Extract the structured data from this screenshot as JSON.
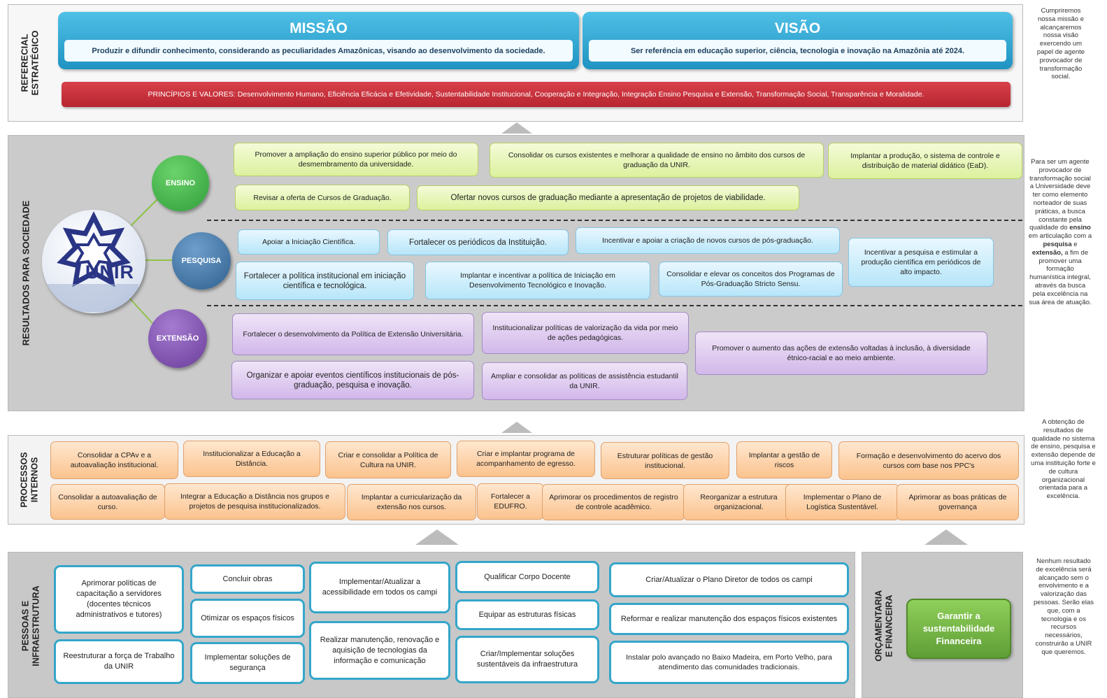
{
  "referencial": {
    "label": "REFERECIAL ESTRATÉGICO",
    "missao_title": "MISSÃO",
    "missao_text": "Produzir e difundir conhecimento, considerando as peculiaridades Amazônicas, visando ao desenvolvimento da sociedade.",
    "visao_title": "VISÃO",
    "visao_text": "Ser referência em educação superior, ciência, tecnologia e inovação na Amazônia até 2024.",
    "principios": "PRINCÍPIOS E VALORES: Desenvolvimento Humano, Eficiência Eficácia e Efetividade, Sustentabilidade Institucional, Cooperação e Integração, Integração Ensino Pesquisa e Extensão, Transformação Social, Transparência e Moralidade.",
    "side": "Cumpriremos nossa missão e alcançaremos nossa visão exercendo um papel de agente provocador de transformação social."
  },
  "resultados": {
    "label": "RESULTADOS PARA SOCIEDADE",
    "logo_text": "UNIR",
    "ensino": "ENSINO",
    "pesquisa": "PESQUISA",
    "extensao": "EXTENSÃO",
    "ensino_items": [
      "Promover a ampliação do ensino superior público por meio do desmembramento da universidade.",
      "Consolidar os cursos existentes e melhorar a qualidade de ensino no âmbito dos cursos de graduação da UNIR.",
      "Implantar a produção, o sistema de controle e distribuição de material didático (EaD).",
      "Revisar a oferta de Cursos de Graduação.",
      "Ofertar novos cursos de graduação mediante a apresentação de projetos de viabilidade."
    ],
    "pesquisa_items": [
      "Apoiar a Iniciação Científica.",
      "Fortalecer os periódicos da Instituição.",
      "Incentivar e apoiar a criação de novos cursos de pós-graduação.",
      "Incentivar a pesquisa e estimular a produção científica em periódicos de alto impacto.",
      "Fortalecer a política institucional em iniciação científica e tecnológica.",
      "Implantar e incentivar a política de Iniciação em Desenvolvimento Tecnológico e Inovação.",
      "Consolidar e elevar os conceitos dos Programas de Pós-Graduação Stricto Sensu."
    ],
    "extensao_items": [
      "Fortalecer o desenvolvimento da Política de Extensão Universitária.",
      "Institucionalizar políticas de valorização da vida por meio de ações pedagógicas.",
      "Promover o aumento das ações de extensão voltadas à inclusão, à diversidade étnico-racial e ao meio ambiente.",
      "Organizar e apoiar eventos científicos institucionais de pós-graduação, pesquisa e inovação.",
      "Ampliar e consolidar as políticas de assistência estudantil da UNIR."
    ],
    "side_parts": [
      "Para ser um agente provocador de transformação social a Universidade deve ter como elemento norteador de suas práticas, a busca constante pela qualidade do ",
      "ensino",
      " em articulação com a ",
      "pesquisa",
      " e ",
      "extensão,",
      " a fim de promover uma formação humanística integral, através da busca pela excelência na sua área de atuação."
    ]
  },
  "processos": {
    "label": "PROCESSOS INTERNOS",
    "row1": [
      "Consolidar a CPAv e a autoavaliação institucional.",
      "Institucionalizar a Educação a Distância.",
      "Criar e consolidar a Política de Cultura na UNIR.",
      "Criar e implantar programa de acompanhamento de egresso.",
      "Estruturar políticas de gestão institucional.",
      "Implantar a gestão de riscos",
      "Formação e desenvolvimento do acervo dos cursos com base nos PPC's"
    ],
    "row2": [
      "Consolidar a autoavaliação de curso.",
      "Integrar a Educação a Distância nos grupos e projetos de pesquisa institucionalizados.",
      "Implantar a curricularização da extensão nos cursos.",
      "Fortalecer a EDUFRO.",
      "Aprimorar os procedimentos de registro de controle acadêmico.",
      "Reorganizar a estrutura organizacional.",
      "Implementar o Plano de Logística Sustentável.",
      "Aprimorar as boas práticas de governança"
    ],
    "side": "A obtenção de resultados de qualidade no sistema de ensino, pesquisa e extensão depende de uma instituição forte e de cultura organizacional orientada para a excelência."
  },
  "pessoas": {
    "label": "PESSOAS E INFRAESTRUTURA",
    "items": [
      "Aprimorar políticas de capacitação a servidores (docentes técnicos administrativos e tutores)",
      "Reestruturar a força de Trabalho da UNIR",
      "Concluir obras",
      "Otimizar os espaços físicos",
      "Implementar soluções de segurança",
      "Implementar/Atualizar a acessibilidade em todos os campi",
      "Realizar manutenção, renovação e aquisição de tecnologias da informação e comunicação",
      "Qualificar Corpo Docente",
      "Equipar as estruturas físicas",
      "Criar/Implementar soluções sustentáveis da infraestrutura",
      "Criar/Atualizar o Plano Diretor de todos os campi",
      "Reformar e realizar manutenção dos espaços físicos existentes",
      "Instalar polo avançado no Baixo Madeira, em Porto Velho, para atendimento das comunidades tradicionais."
    ]
  },
  "orcamentaria": {
    "label": "ORÇAMENTARIA E FINANCEIRA",
    "item": "Garantir a sustentabilidade Financeira"
  },
  "side_bottom": "Nenhum resultado de excelência será alcançado sem o envolvimento e a valorização das pessoas. Serão elas que, com a tecnologia e os recursos necessários, construirão a UNIR que queremos.",
  "colors": {
    "blue": "#2aa5cf",
    "red": "#c9303a",
    "green_circle": "#3aa84a",
    "pesquisa_circle": "#3a6e9e",
    "extensao_circle": "#7b4aa8",
    "orange": "#fbc38e",
    "green_box": "#7ab648"
  }
}
